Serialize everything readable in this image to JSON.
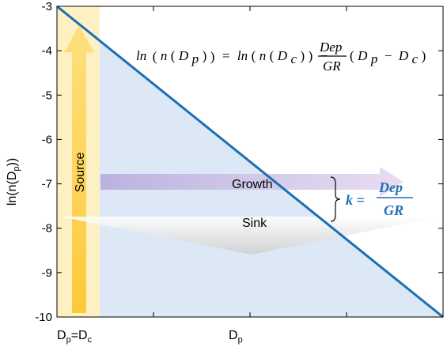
{
  "chart_data": {
    "type": "line",
    "ylabel": "ln(n(D",
    "ylabel_sub": "p",
    "ylabel_close": "))",
    "ylim": [
      -10,
      -3
    ],
    "yticks": [
      -3,
      -4,
      -5,
      -6,
      -7,
      -8,
      -9,
      -10
    ],
    "xlim": [
      0,
      1
    ],
    "x_ticks_positions": [
      0.25,
      0.5,
      0.75
    ],
    "series": [
      {
        "x": [
          0,
          1
        ],
        "values": [
          -3,
          -10
        ]
      }
    ],
    "xtick_labels": {
      "left_main": "D",
      "left_sub": "p",
      "left_tail": "=D",
      "left_tail_sub": "c",
      "mid_main": "D",
      "mid_sub": "p",
      "mid_x": 0.5
    },
    "annotations": {
      "source": "Source",
      "growth": "Growth",
      "sink": "Sink",
      "k_prefix": "k = ",
      "k_num": "Dep",
      "k_den": "GR"
    },
    "equation": {
      "ln": "ln",
      "n": "n",
      "D": "D",
      "p": "p",
      "c": "c",
      "eq": "=",
      "minus": "−",
      "frac_num": "Dep",
      "frac_den": "GR",
      "lp": "(",
      "rp": ")"
    },
    "colors": {
      "line": "#1a6fb5",
      "shade": "#dce8f5",
      "source_band": "#fdf1c4",
      "source_arrow": "#fcd24a",
      "growth_arrow": "#c9c2e6",
      "sink_arrow": "#d9d9d9",
      "k_text": "#1f6fb2"
    }
  }
}
